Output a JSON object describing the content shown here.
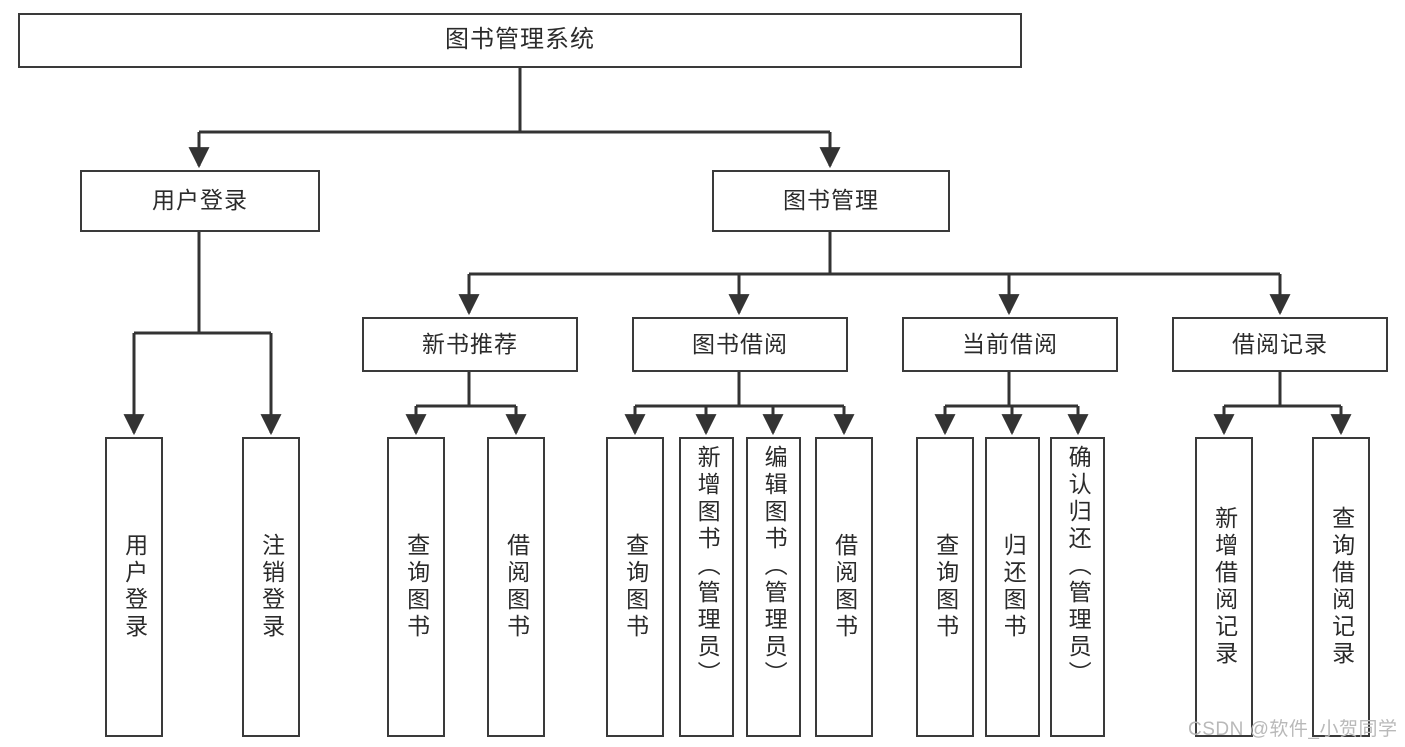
{
  "diagram": {
    "title": "图书管理系统",
    "type": "tree",
    "orientation": "top-down",
    "colors": {
      "box_border": "#3a3a3a",
      "box_fill": "#ffffff",
      "edge": "#333333",
      "text": "#2b2b2b",
      "watermark": "#b9b9b9",
      "background": "#ffffff"
    },
    "root": {
      "id": "root",
      "label": "图书管理系统"
    },
    "level2": [
      {
        "id": "user-login",
        "label": "用户登录"
      },
      {
        "id": "book-manage",
        "label": "图书管理"
      }
    ],
    "level3": [
      {
        "id": "new-book-rec",
        "label": "新书推荐"
      },
      {
        "id": "book-borrow",
        "label": "图书借阅"
      },
      {
        "id": "current-borrow",
        "label": "当前借阅"
      },
      {
        "id": "borrow-record",
        "label": "借阅记录"
      }
    ],
    "leaves": {
      "user-login": [
        {
          "id": "leaf-user-login",
          "label": "用户登录"
        },
        {
          "id": "leaf-logout",
          "label": "注销登录"
        }
      ],
      "new-book-rec": [
        {
          "id": "leaf-query-book-1",
          "label": "查询图书"
        },
        {
          "id": "leaf-borrow-book-1",
          "label": "借阅图书"
        }
      ],
      "book-borrow": [
        {
          "id": "leaf-query-book-2",
          "label": "查询图书"
        },
        {
          "id": "leaf-add-book",
          "label": "新增图书（管理员）"
        },
        {
          "id": "leaf-edit-book",
          "label": "编辑图书（管理员）"
        },
        {
          "id": "leaf-borrow-book-2",
          "label": "借阅图书"
        }
      ],
      "current-borrow": [
        {
          "id": "leaf-query-book-3",
          "label": "查询图书"
        },
        {
          "id": "leaf-return-book",
          "label": "归还图书"
        },
        {
          "id": "leaf-confirm-return",
          "label": "确认归还（管理员）"
        }
      ],
      "borrow-record": [
        {
          "id": "leaf-add-record",
          "label": "新增借阅记录"
        },
        {
          "id": "leaf-query-record",
          "label": "查询借阅记录"
        }
      ]
    }
  },
  "watermark": {
    "text": "CSDN @软件_小贺同学"
  }
}
